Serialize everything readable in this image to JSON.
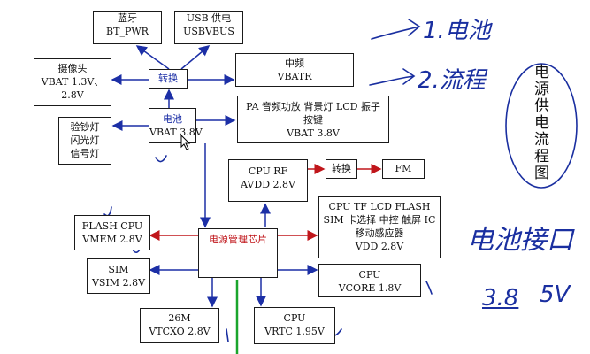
{
  "blocks": {
    "bluetooth": {
      "l1": "蓝牙",
      "l2": "BT_PWR"
    },
    "usb": {
      "l1": "USB 供电",
      "l2": "USBVBUS"
    },
    "camera": {
      "l1": "摄像头",
      "l2": "VBAT   1.3V、",
      "l3": "2.8V"
    },
    "converter_top": {
      "l1": "转换"
    },
    "if_block": {
      "l1": "中频",
      "l2": "VBATR"
    },
    "flash_led": {
      "l1": "验钞灯",
      "l2": "闪光灯",
      "l3": "信号灯"
    },
    "battery": {
      "l1": "电池",
      "l2": "VBAT   3.8V"
    },
    "pa_block": {
      "l1": "PA  音频功放  背景灯  LCD  振子",
      "l2": "按键",
      "l3": "VBAT   3.8V"
    },
    "cpu_rf": {
      "l1": "CPU     RF",
      "l2": "AVDD    2.8V"
    },
    "converter_fm": {
      "l1": "转换"
    },
    "fm": {
      "l1": "FM"
    },
    "cpu_group": {
      "l1": "CPU   TF   LCD  FLASH",
      "l2": "SIM 卡选择  中控  触屏 IC",
      "l3": "移动感应器",
      "l4": "VDD    2.8V"
    },
    "flash_cpu": {
      "l1": "FLASH     CPU",
      "l2": "VMEM    2.8V"
    },
    "pmic": {
      "l1": "电源管理芯片"
    },
    "sim": {
      "l1": "SIM",
      "l2": "VSIM    2.8V"
    },
    "vcore": {
      "l1": "CPU",
      "l2": "VCORE    1.8V"
    },
    "clk26m": {
      "l1": "26M",
      "l2": "VTCXO    2.8V"
    },
    "vrtc": {
      "l1": "CPU",
      "l2": "VRTC    1.95V"
    }
  },
  "side_title": "电源供电流程图",
  "handwriting": {
    "arrow1_label": "1.电池",
    "arrow2_label": "2.流程",
    "interface_label": "电池接口",
    "voltage_a": "3.8",
    "voltage_b": "5V"
  },
  "colors": {
    "wire": "#1c2fa6",
    "red_wire": "#c0161b",
    "pen": "#1a2fa0",
    "green": "#1aa52c"
  }
}
